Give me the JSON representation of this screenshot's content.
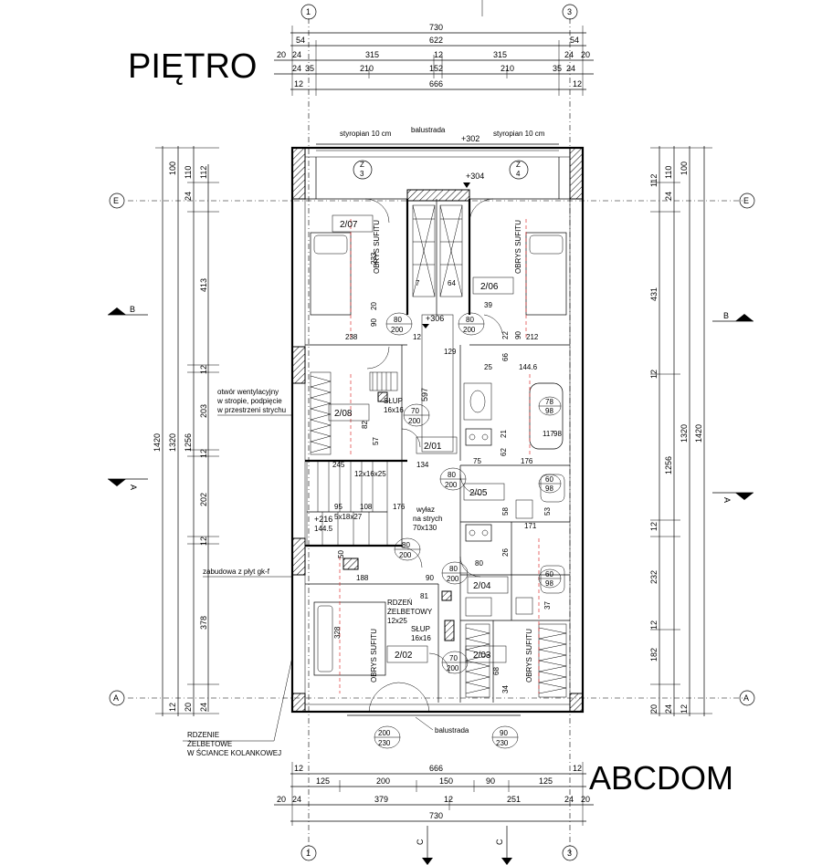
{
  "title": "PIĘTRO",
  "brand": "ABCDOM",
  "axes": {
    "top_left": "1",
    "top_right": "3",
    "bottom_left": "1",
    "bottom_right": "3",
    "left_top": "E",
    "left_bottom": "A",
    "right_top": "E",
    "right_bottom": "A",
    "section_b_left": "B",
    "section_b_right": "B",
    "section_a_left": "A",
    "section_a_right": "A",
    "section_c1": "C",
    "section_c2": "C"
  },
  "top_dims": {
    "row1": [
      "730"
    ],
    "row2": [
      "54",
      "622",
      "54"
    ],
    "row3": [
      "20",
      "24",
      "315",
      "12",
      "315",
      "24",
      "20"
    ],
    "row4": [
      "24",
      "35",
      "210",
      "152",
      "210",
      "35",
      "24"
    ],
    "row5": [
      "12",
      "666",
      "12"
    ]
  },
  "bottom_dims": {
    "row1": [
      "12",
      "666",
      "12"
    ],
    "row2": [
      "125",
      "200",
      "150",
      "90",
      "125"
    ],
    "row3": [
      "20",
      "24",
      "379",
      "12",
      "251",
      "24",
      "20"
    ],
    "row4": [
      "730"
    ]
  },
  "left_dims": {
    "outer": "1420",
    "mid": "1320",
    "inner": "1256",
    "segments": [
      "100",
      "24",
      "110",
      "112",
      "413",
      "12",
      "203",
      "12",
      "202",
      "12",
      "378",
      "20",
      "24",
      "12"
    ]
  },
  "right_dims": {
    "outer": "1420",
    "mid": "1320",
    "inner": "1256",
    "segments": [
      "100",
      "110",
      "24",
      "112",
      "431",
      "12",
      "12",
      "232",
      "12",
      "182",
      "20",
      "24",
      "12"
    ]
  },
  "rooms": [
    {
      "id": "2/07"
    },
    {
      "id": "2/06"
    },
    {
      "id": "2/08"
    },
    {
      "id": "2/01"
    },
    {
      "id": "2/05"
    },
    {
      "id": "2/04"
    },
    {
      "id": "2/03"
    },
    {
      "id": "2/02"
    }
  ],
  "notes": {
    "styro_left": "styropian 10 cm",
    "styro_right": "styropian 10 cm",
    "balustrade_top": "balustrada",
    "balustrade_bottom": "balustrada",
    "level_302": "+302",
    "level_304": "+304",
    "level_306": "+306",
    "level_216": "+216",
    "vent_note_1": "otwór wentylacyjny",
    "vent_note_2": "w stropie, podpięcie",
    "vent_note_3": "w przestrzeni strychu",
    "gk_note": "zabudowa z płyt gk-f",
    "rdzenie_1": "RDZENIE",
    "rdzenie_2": "ŻELBETOWE",
    "rdzenie_3": "W ŚCIANCE KOLANKOWEJ",
    "wylaz_1": "wyłaz",
    "wylaz_2": "na strych",
    "wylaz_3": "70x130",
    "slup1_1": "SŁUP",
    "slup1_2": "16x16",
    "slup2_1": "SŁUP",
    "slup2_2": "16x16",
    "rdzen_1": "RDZEŃ",
    "rdzen_2": "ŻELBETOWY",
    "rdzen_3": "12x25",
    "obrys": "OBRYS SUFITU",
    "stair_1": "12x16x25",
    "stair_2": "5x18x27",
    "z3_a": "Z",
    "z3_b": "3",
    "z4_a": "Z",
    "z4_b": "4"
  },
  "doors": [
    {
      "w": "80",
      "h": "200"
    },
    {
      "w": "80",
      "h": "200"
    },
    {
      "w": "70",
      "h": "200"
    },
    {
      "w": "80",
      "h": "200"
    },
    {
      "w": "80",
      "h": "200"
    },
    {
      "w": "80",
      "h": "200"
    },
    {
      "w": "70",
      "h": "200"
    },
    {
      "w": "200",
      "h": "230"
    },
    {
      "w": "90",
      "h": "230"
    },
    {
      "w": "78",
      "h": "98"
    },
    {
      "w": "117",
      "h": "98"
    },
    {
      "w": "60",
      "h": "98"
    },
    {
      "w": "60",
      "h": "98"
    }
  ],
  "inner_dims": {
    "d233": "233",
    "d20": "20",
    "d90": "90",
    "d238": "238",
    "d12": "12",
    "d129": "129",
    "d212": "212",
    "d22": "22",
    "d39": "39",
    "d64": "64",
    "d7": "7",
    "d597": "597",
    "d25": "25",
    "d1446": "144.6",
    "d66": "66",
    "d245": "245",
    "d134": "134",
    "d75": "75",
    "d176": "176",
    "d95": "95",
    "d108": "108",
    "d1445": "144.5",
    "d188": "188",
    "d81": "81",
    "d328": "328",
    "d62": "62",
    "d21": "21",
    "d58": "58",
    "d53": "53",
    "d171": "171",
    "d26": "26",
    "d80": "80",
    "d37": "37",
    "d34": "34",
    "d68": "68",
    "d50": "50",
    "d82": "82",
    "d57": "57",
    "d176b": "176"
  }
}
